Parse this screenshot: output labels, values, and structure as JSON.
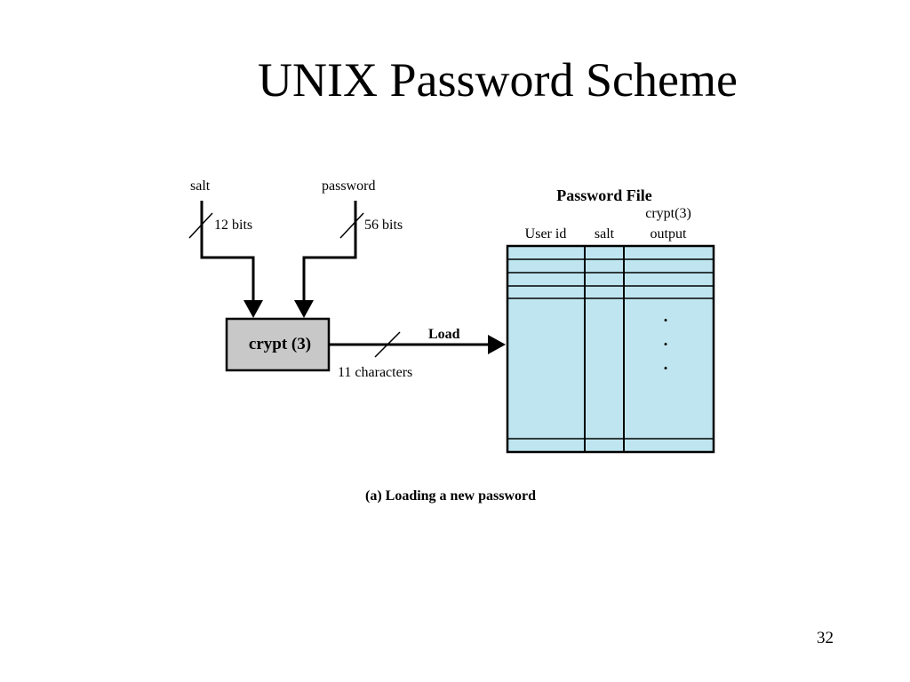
{
  "slide": {
    "title": "UNIX Password Scheme",
    "page_number": "32"
  },
  "diagram": {
    "inputs": {
      "salt_label": "salt",
      "salt_bits": "12 bits",
      "password_label": "password",
      "password_bits": "56 bits"
    },
    "crypt_box": {
      "label": "crypt (3)",
      "fill": "#c8c8c8"
    },
    "output": {
      "arrow_label": "Load",
      "width_label": "11 characters"
    },
    "password_file": {
      "title": "Password File",
      "columns": {
        "user_id": "User id",
        "salt": "salt",
        "crypt_line1": "crypt(3)",
        "crypt_line2": "output"
      },
      "fill": "#bfe6f0",
      "ellipsis": "•"
    },
    "caption": "(a) Loading a new password"
  }
}
